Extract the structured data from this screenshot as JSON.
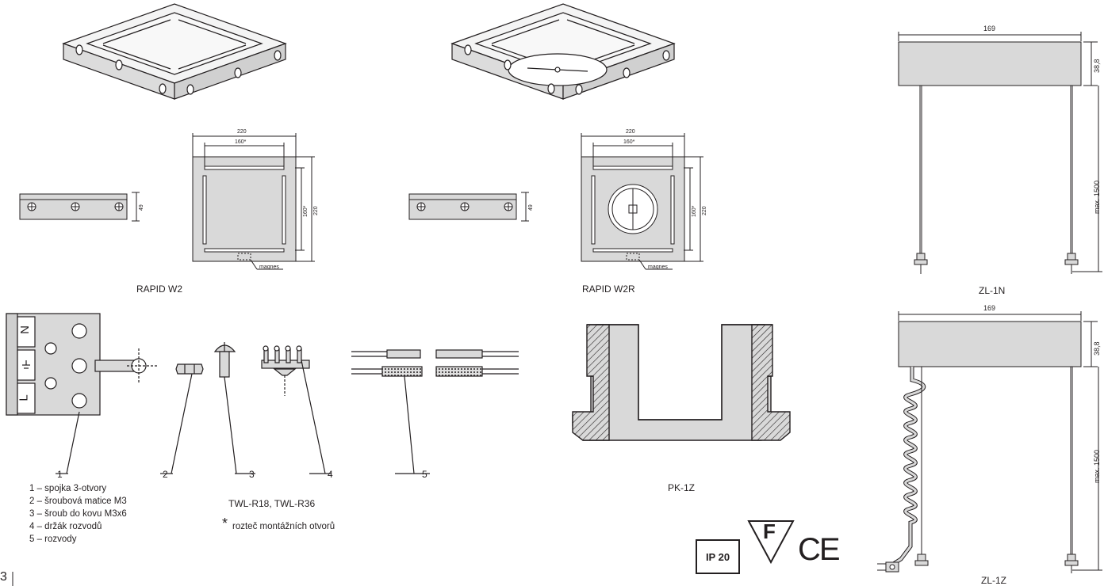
{
  "products": {
    "w2_name": "RAPID W2",
    "w2r_name": "RAPID W2R",
    "zl1n_name": "ZL-1N",
    "zl1z_name": "ZL-1Z",
    "pk1z_name": "PK-1Z",
    "twl_name": "TWL-R18, TWL-R36"
  },
  "dimensions": {
    "w2_width": "220",
    "w2_mount": "160*",
    "w2_height": "49",
    "w2_side_mount": "160*",
    "w2_side": "220",
    "w2r_width": "220",
    "w2r_mount": "160*",
    "w2r_height": "49",
    "w2r_side_mount": "160*",
    "w2r_side": "220",
    "magnet_label": "magnes",
    "zl1n_width": "169",
    "zl1n_depth": "38,8",
    "zl1n_length": "max. 1500",
    "zl1z_width": "169",
    "zl1z_depth": "38,8",
    "zl1z_length": "max. 1500"
  },
  "parts": {
    "callouts": [
      "1",
      "2",
      "3",
      "4",
      "5"
    ],
    "legend": [
      "1 – spojka 3-otvory",
      "2 – šroubová matice M3",
      "3 – šroub do kovu M3x6",
      "4 – držák rozvodů",
      "5 – rozvody"
    ],
    "terminal_top": "N",
    "terminal_bottom": "L"
  },
  "footnote": {
    "asterisk": "*",
    "text": "rozteč montážních otvorů"
  },
  "badges": {
    "ip": "IP 20",
    "f_mark": "F",
    "ce": "CE"
  },
  "page_number": "3"
}
